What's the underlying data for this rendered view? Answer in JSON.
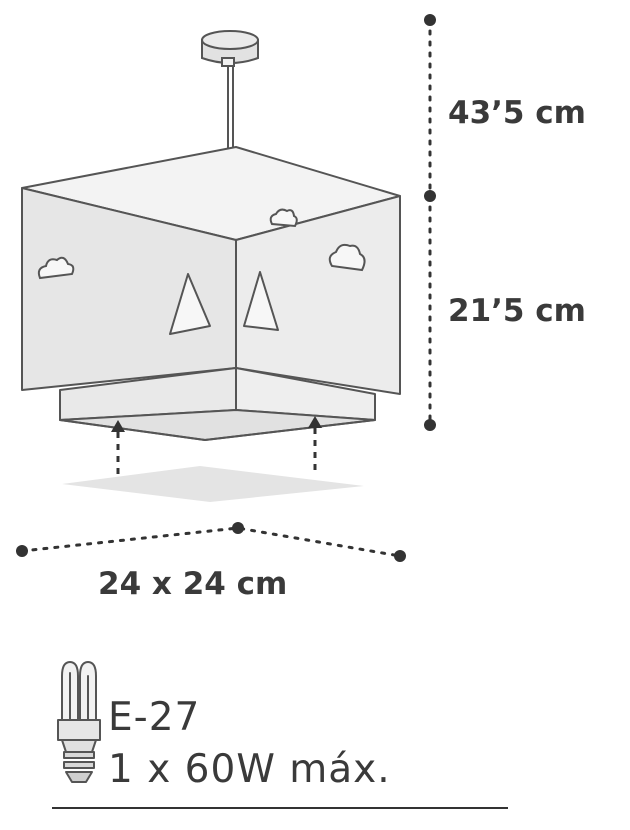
{
  "dimensions": {
    "total_height": "43’5 cm",
    "shade_height": "21’5 cm",
    "base_size": "24 x 24 cm"
  },
  "bulb": {
    "socket": "E-27",
    "power": "1 x 60W máx."
  },
  "colors": {
    "outline": "#555555",
    "shade_face": "#e7e7e7",
    "shade_side": "#eeeeee",
    "shadow": "#e4e4e4",
    "dots": "#333333"
  },
  "icons": [
    "cloud-icon",
    "triangle-tree-icon",
    "cfl-bulb-icon"
  ]
}
